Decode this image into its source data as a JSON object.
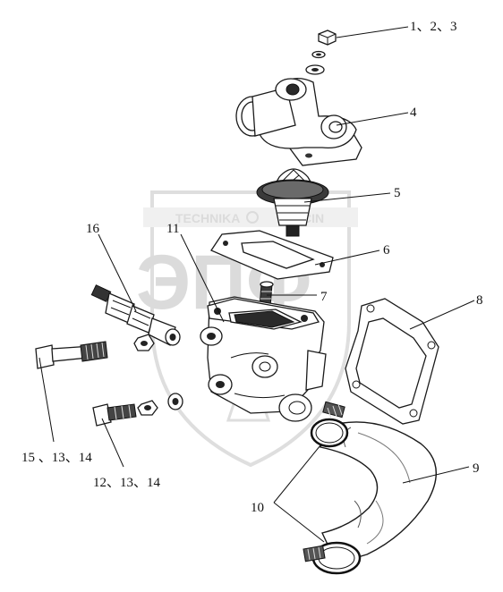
{
  "watermark": {
    "brand_top_left": "TECHNIKA",
    "brand_top_right": "CIN",
    "logo_letters": "ЭПФ",
    "color": "#c4c4c4"
  },
  "callouts": {
    "c1": "1、2、3",
    "c4": "4",
    "c5": "5",
    "c6": "6",
    "c7": "7",
    "c8": "8",
    "c9": "9",
    "c10": "10",
    "c11": "11",
    "c16": "16",
    "c12": "12、13、14",
    "c15": "15 、13、14"
  }
}
